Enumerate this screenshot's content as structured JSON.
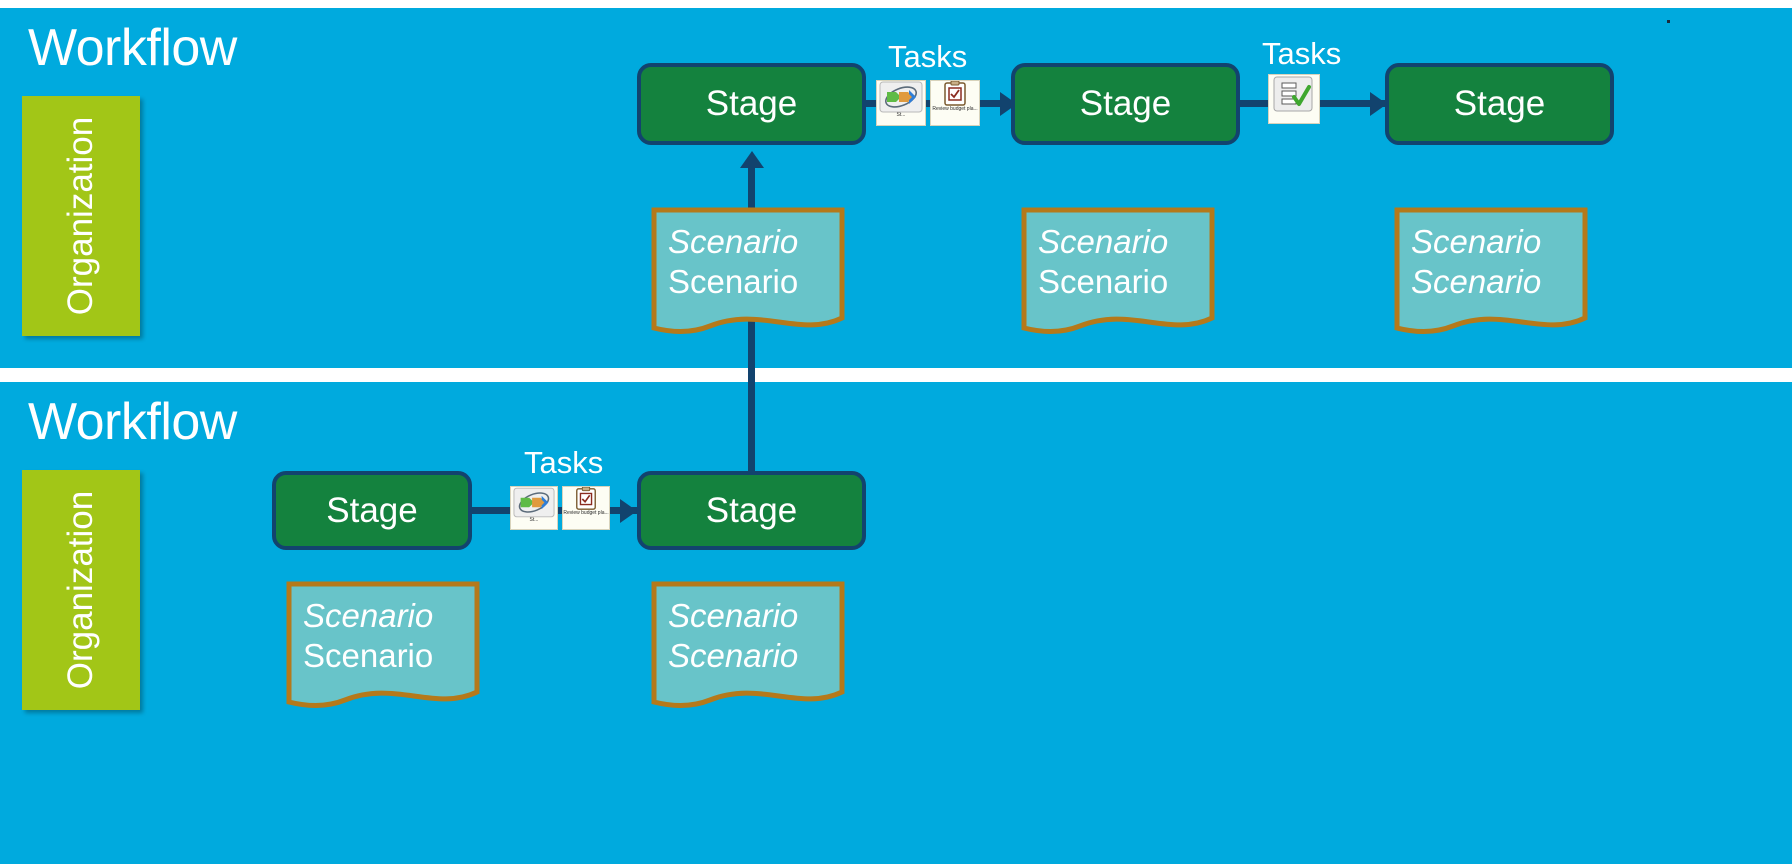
{
  "colors": {
    "panel_bg": "#00AADE",
    "org_lane": "#A2C617",
    "stage_fill": "#14823E",
    "stage_border": "#12436E",
    "connector": "#12436E",
    "scenario_fill": "#68C4C9",
    "scenario_border": "#B5791A",
    "text_light": "#FFFFFF"
  },
  "lanes": [
    {
      "title": "Workflow",
      "org_label": "Organization",
      "stages": [
        {
          "label": "Stage"
        },
        {
          "label": "Stage"
        },
        {
          "label": "Stage"
        }
      ],
      "task_groups": [
        {
          "label": "Tasks",
          "icons": [
            {
              "name": "process-swirl-icon",
              "caption": "St..."
            },
            {
              "name": "clipboard-check-icon",
              "caption": "Review budget pla..."
            }
          ]
        },
        {
          "label": "Tasks",
          "icons": [
            {
              "name": "checklist-check-icon",
              "caption": ""
            }
          ]
        }
      ],
      "scenarios": [
        {
          "line1": "Scenario",
          "line2": "Scenario",
          "line1_italic": true,
          "line2_italic": false
        },
        {
          "line1": "Scenario",
          "line2": "Scenario",
          "line1_italic": true,
          "line2_italic": false
        },
        {
          "line1": "Scenario",
          "line2": "Scenario",
          "line1_italic": true,
          "line2_italic": true
        }
      ]
    },
    {
      "title": "Workflow",
      "org_label": "Organization",
      "stages": [
        {
          "label": "Stage"
        },
        {
          "label": "Stage"
        }
      ],
      "task_groups": [
        {
          "label": "Tasks",
          "icons": [
            {
              "name": "process-swirl-icon",
              "caption": "St..."
            },
            {
              "name": "clipboard-check-icon",
              "caption": "Review budget pla..."
            }
          ]
        }
      ],
      "scenarios": [
        {
          "line1": "Scenario",
          "line2": "Scenario",
          "line1_italic": true,
          "line2_italic": false
        },
        {
          "line1": "Scenario",
          "line2": "Scenario",
          "line1_italic": true,
          "line2_italic": true
        }
      ]
    }
  ]
}
